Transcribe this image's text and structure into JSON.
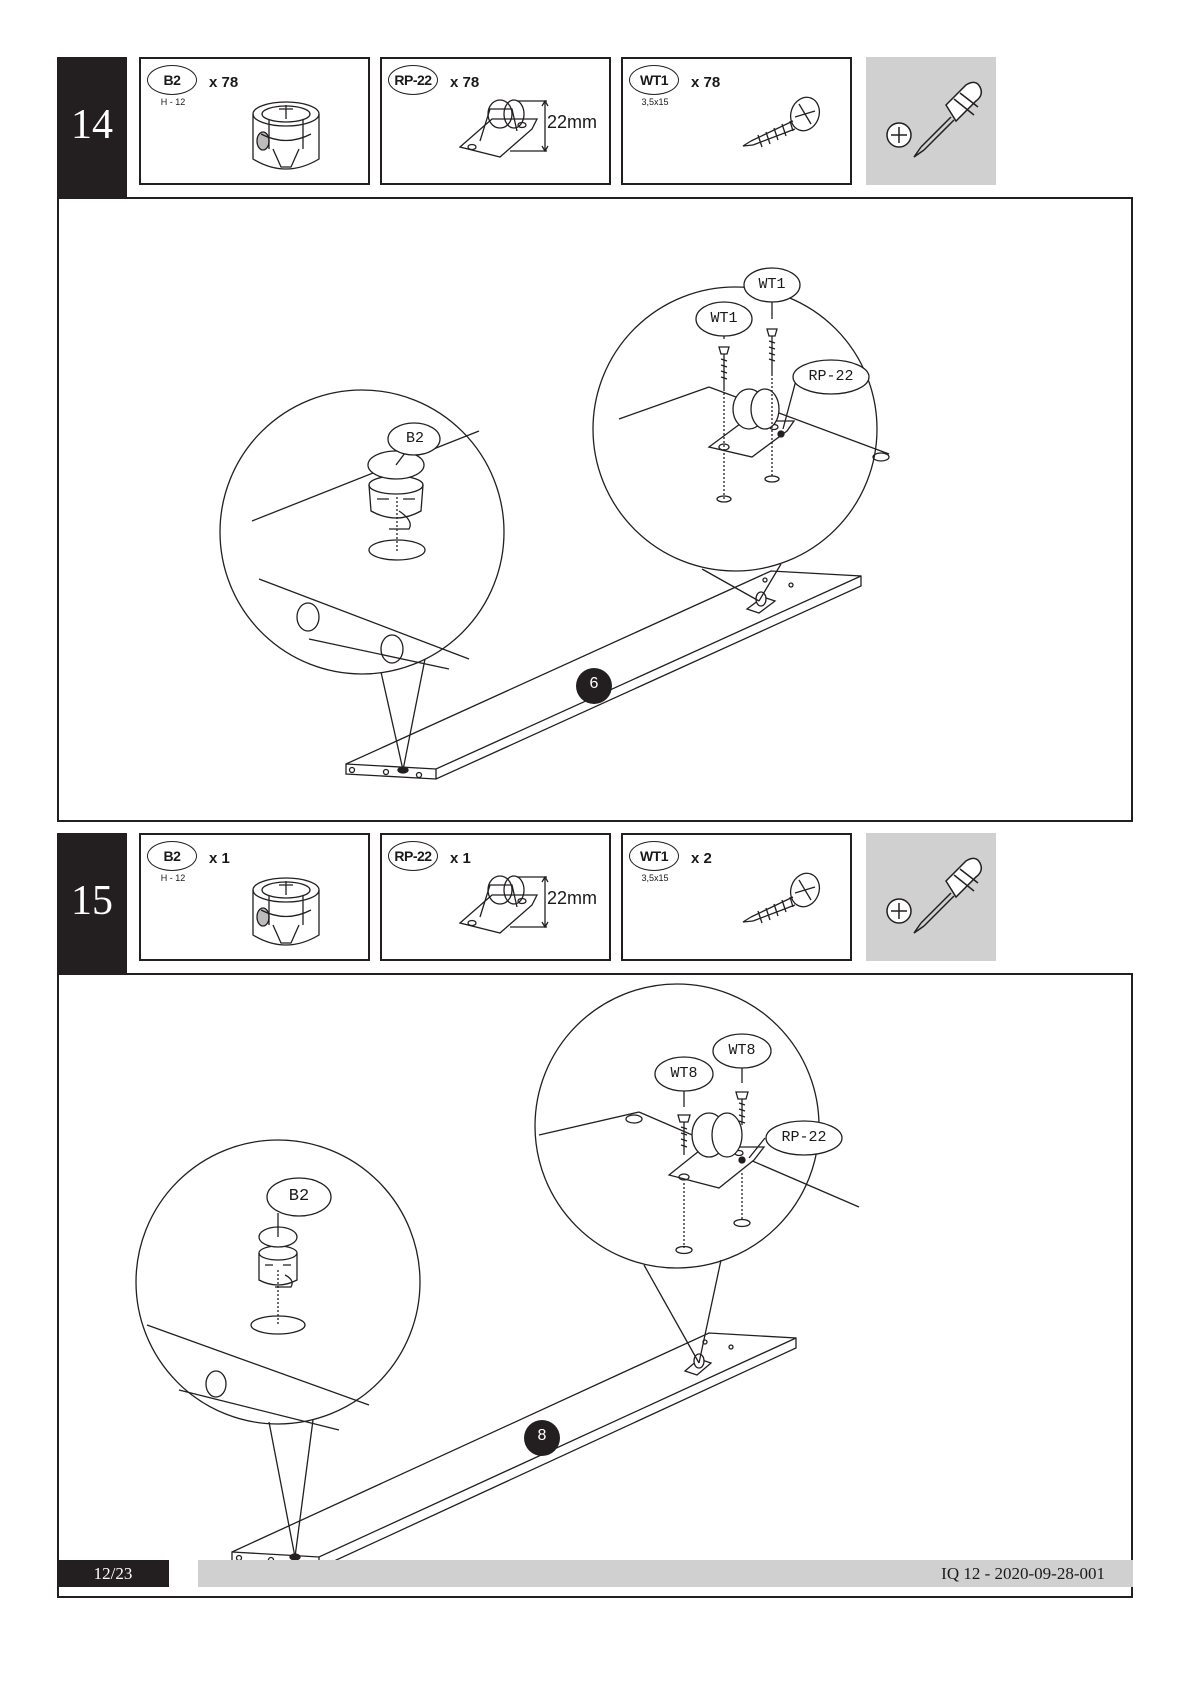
{
  "steps": [
    {
      "number": "14",
      "parts": [
        {
          "code": "B2",
          "sub": "H - 12",
          "qty": "x 78",
          "icon": "cam-lock-icon"
        },
        {
          "code": "RP-22",
          "sub": "",
          "qty": "x 78",
          "icon": "caster-wheel-icon",
          "dimension": "22mm"
        },
        {
          "code": "WT1",
          "sub": "3,5x15",
          "qty": "x 78",
          "icon": "screw-icon"
        }
      ],
      "tool": "phillips-screwdriver-icon",
      "callouts": {
        "left": "B2",
        "right_a": "WT1",
        "right_b": "WT1",
        "right_c": "RP-22"
      },
      "panel_label": "6"
    },
    {
      "number": "15",
      "parts": [
        {
          "code": "B2",
          "sub": "H - 12",
          "qty": "x 1",
          "icon": "cam-lock-icon"
        },
        {
          "code": "RP-22",
          "sub": "",
          "qty": "x 1",
          "icon": "caster-wheel-icon",
          "dimension": "22mm"
        },
        {
          "code": "WT1",
          "sub": "3,5x15",
          "qty": "x 2",
          "icon": "screw-icon"
        }
      ],
      "tool": "phillips-screwdriver-icon",
      "callouts": {
        "left": "B2",
        "right_a": "WT8",
        "right_b": "WT8",
        "right_c": "RP-22"
      },
      "panel_label": "8"
    }
  ],
  "footer": {
    "page": "12/23",
    "doc_id": "IQ 12 - 2020-09-28-001"
  }
}
